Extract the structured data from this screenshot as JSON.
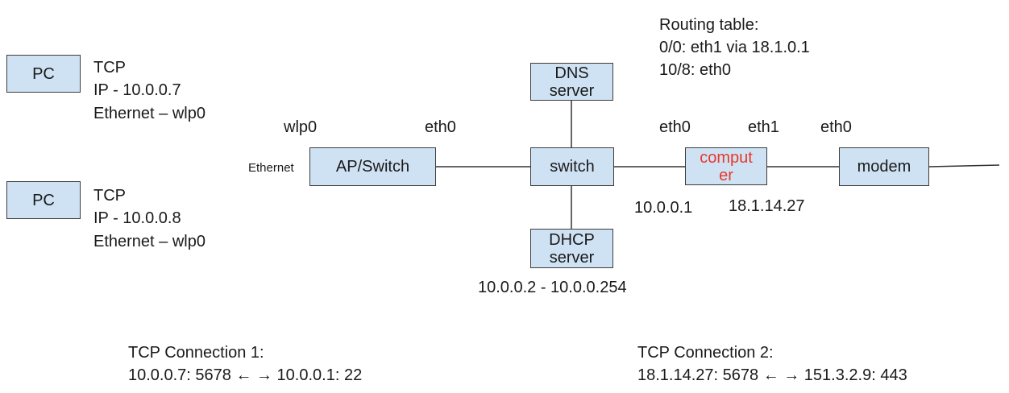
{
  "routing_table": {
    "title": "Routing table:",
    "rows": [
      "0/0: eth1 via 18.1.0.1",
      "10/8: eth0"
    ]
  },
  "pc1": {
    "box_label": "PC",
    "protocol": "TCP",
    "ip": "IP - 10.0.0.7",
    "iface": "Ethernet – wlp0"
  },
  "pc2": {
    "box_label": "PC",
    "protocol": "TCP",
    "ip": "IP - 10.0.0.8",
    "iface": "Ethernet – wlp0"
  },
  "nodes": {
    "ap_switch": "AP/Switch",
    "switch": "switch",
    "dns": "DNS\nserver",
    "dhcp": "DHCP\nserver",
    "computer": "comput\ner",
    "modem": "modem"
  },
  "labels": {
    "ethernet": "Ethernet",
    "wlp0": "wlp0",
    "eth0_ap": "eth0",
    "eth0_comp": "eth0",
    "eth1_comp": "eth1",
    "eth0_modem": "eth0",
    "ip_comp_lan": "10.0.0.1",
    "ip_comp_wan": "18.1.14.27",
    "dhcp_range": "10.0.0.2 - 10.0.0.254"
  },
  "connections": [
    {
      "title": "TCP Connection 1:",
      "detail": "10.0.0.7: 5678 ← → 10.0.0.1: 22"
    },
    {
      "title": "TCP Connection 2:",
      "detail": "18.1.14.27: 5678 ← → 151.3.2.9: 443"
    }
  ],
  "colors": {
    "box_fill": "#cfe2f3",
    "computer_label": "#e8382b"
  }
}
